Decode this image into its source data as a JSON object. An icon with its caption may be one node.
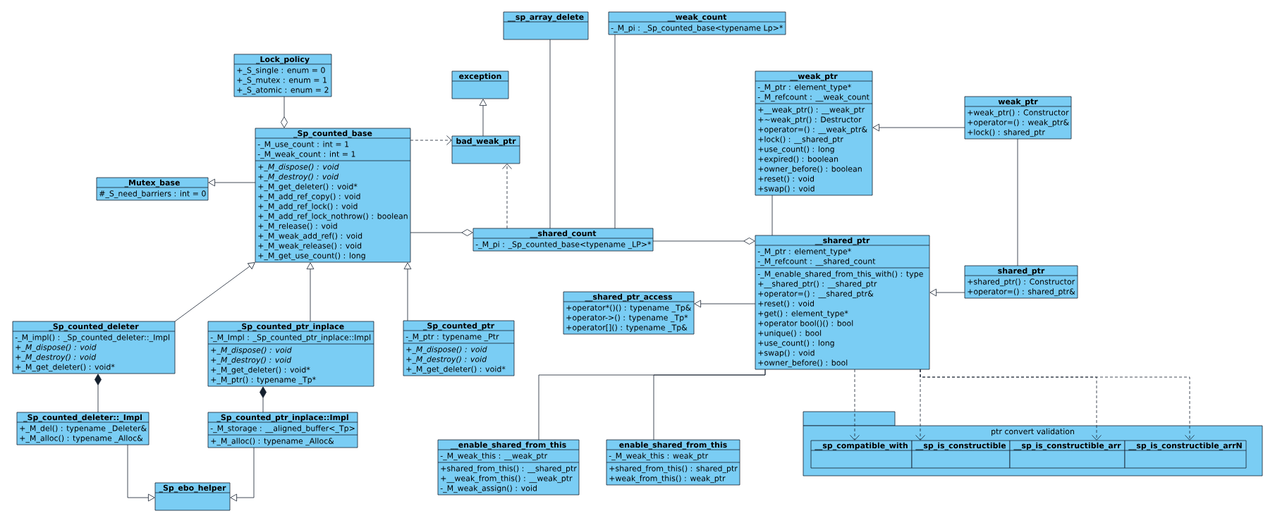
{
  "diagram": {
    "nodes": [
      {
        "text": [
          "__sp_array_delete"
        ]
      },
      {
        "text": [
          "__weak_count",
          "-_M_pi : _Sp_counted_base<typename Lp>*"
        ]
      },
      {
        "text": [
          "_Lock_policy",
          "+_S_single : enum = 0",
          "+_S_mutex : enum = 1",
          "+_S_atomic : enum = 2"
        ]
      },
      {
        "text": [
          "exception"
        ]
      },
      {
        "text": [
          "__weak_ptr",
          "-_M_ptr : element_type*",
          "-_M_refcount : __weak_count",
          "+__weak_ptr() : __weak_ptr",
          "+~weak_ptr() : Destructor",
          "+operator=() : __weak_ptr&",
          "+lock() : __shared_ptr",
          "+use_count() : long",
          "+expired() : boolean",
          "+owner_before() : boolean",
          "+reset() : void",
          "+swap() : void"
        ]
      },
      {
        "text": [
          "weak_ptr",
          "+weak_ptr() : Constructor",
          "+operator=() : weak_ptr&",
          "+lock() : shared_ptr"
        ]
      },
      {
        "text": [
          "_Sp_counted_base",
          "-_M_use_count : int = 1",
          "-_M_weak_count : int = 1",
          "+_M_dispose() : void",
          "+_M_destroy() : void",
          "+_M_get_deleter() : void*",
          "+_M_add_ref_copy() : void",
          "+_M_add_ref_lock() : void",
          "+_M_add_ref_lock_nothrow() : boolean",
          "+_M_release() : void",
          "+_M_weak_add_ref() : void",
          "+_M_weak_release() : void",
          "+_M_get_use_count() : long"
        ]
      },
      {
        "text": [
          "bad_weak_ptr"
        ]
      },
      {
        "text": [
          "_Mutex_base",
          "#_S_need_barriers : int = 0"
        ]
      },
      {
        "text": [
          "__shared_count",
          "-_M_pi : _Sp_counted_base<typename _LP>*"
        ]
      },
      {
        "text": [
          "__shared_ptr",
          "-_M_ptr : element_type*",
          "-_M_refcount : __shared_count",
          "-_M_enable_shared_from_this_with() : type",
          "+__shared_ptr() : __shared_ptr",
          "+operator=() : __shared_ptr&",
          "+reset() : void",
          "+get() : element_type*",
          "+operator bool()() : bool",
          "+unique() : bool",
          "+use_count() : long",
          "+swap() : void",
          "+owner_before() : bool"
        ]
      },
      {
        "text": [
          "shared_ptr",
          "+shared_ptr() : Constructor",
          "+operator=() : shared_ptr&"
        ]
      },
      {
        "text": [
          "__shared_ptr_access",
          "+operator*()() : typename _Tp&",
          "+operator->() : typename _Tp*",
          "+operator[]() : typename _Tp&"
        ]
      },
      {
        "text": [
          "_Sp_counted_deleter",
          "-_M_impl() : _Sp_counted_deleter::_Impl",
          "+_M_dispose() : void",
          "+_M_destroy() : void",
          "+_M_get_deleter() : void*"
        ]
      },
      {
        "text": [
          "_Sp_counted_ptr_inplace",
          "-_M_Impl : _Sp_counted_ptr_inplace::Impl",
          "+_M_dispose() : void",
          "+_M_destroy() : void",
          "+_M_get_deleter() : void*",
          "+_M_ptr() : typename _Tp*"
        ]
      },
      {
        "text": [
          "_Sp_counted_ptr",
          "-_M_ptr : typename _Ptr",
          "+_M_dispose() : void",
          "+_M_destroy() : void",
          "+_M_get_deleter() : void*"
        ]
      },
      {
        "text": [
          "_Sp_counted_deleter::_Impl",
          "+_M_del() : typename _Deleter&",
          "+_M_alloc() : typename _Alloc&"
        ]
      },
      {
        "text": [
          "_Sp_counted_ptr_inplace::Impl",
          "-_M_storage : __aligned_buffer<_Tp>",
          "+_M_alloc() : typename _Alloc&"
        ]
      },
      {
        "text": [
          "ptr convert validation"
        ]
      },
      {
        "text": [
          "__sp_compatible_with"
        ],
        "in": 18
      },
      {
        "text": [
          "__sp_is_constructible"
        ],
        "in": 18
      },
      {
        "text": [
          "__sp_is_constructible_arr"
        ],
        "in": 18
      },
      {
        "text": [
          "__sp_is_constructible_arrN"
        ],
        "in": 18
      },
      {
        "text": [
          "__enable_shared_from_this",
          "-_M_weak_this : __weak_ptr",
          "+shared_from_this() : __shared_ptr",
          "+__weak_from_this() : __weak_ptr",
          "-_M_weak_assign() : void"
        ]
      },
      {
        "text": [
          "enable_shared_from_this",
          "-_M_weak_this : weak_ptr",
          "+shared_from_this() : shared_ptr",
          "+weak_from_this() : weak_ptr"
        ]
      },
      {
        "text": [
          "_Sp_ebo_helper"
        ]
      }
    ],
    "edges": [
      {
        "from": 2,
        "to": 6,
        "arrow": "other"
      },
      {
        "from": 6,
        "to": 8,
        "arrow": "to"
      },
      {
        "from": 6,
        "to": 7,
        "arrow": "to",
        "style": "dashed"
      },
      {
        "from": 7,
        "to": 3,
        "arrow": "to"
      },
      {
        "from": 9,
        "to": 7,
        "arrow": "to",
        "style": "dashed"
      },
      {
        "from": 6,
        "to": 9,
        "arrow": "other"
      },
      {
        "from": 0,
        "to": 9,
        "arrow": "none"
      },
      {
        "from": 1,
        "to": 9,
        "arrow": "none"
      },
      {
        "from": 9,
        "to": 10,
        "arrow": "other"
      },
      {
        "from": 4,
        "to": 10,
        "arrow": "none"
      },
      {
        "from": 5,
        "to": 4,
        "arrow": "to"
      },
      {
        "from": 5,
        "to": 11,
        "arrow": "none"
      },
      {
        "from": 11,
        "to": 10,
        "arrow": "to"
      },
      {
        "from": 10,
        "to": 12,
        "arrow": "to"
      },
      {
        "from": 13,
        "to": 6,
        "arrow": "to"
      },
      {
        "from": 14,
        "to": 6,
        "arrow": "to"
      },
      {
        "from": 15,
        "to": 6,
        "arrow": "to"
      },
      {
        "from": 16,
        "to": 13,
        "arrow": "other"
      },
      {
        "from": 17,
        "to": 14,
        "arrow": "other"
      },
      {
        "from": 16,
        "to": 25,
        "arrow": "to"
      },
      {
        "from": 17,
        "to": 25,
        "arrow": "to"
      },
      {
        "from": 23,
        "to": 10,
        "arrow": "none"
      },
      {
        "from": 24,
        "to": 10,
        "arrow": "none"
      },
      {
        "from": 10,
        "to": 19,
        "arrow": "to",
        "style": "dashed"
      },
      {
        "from": 10,
        "to": 20,
        "arrow": "to",
        "style": "dashed"
      },
      {
        "from": 10,
        "to": 21,
        "arrow": "to",
        "style": "dashed"
      },
      {
        "from": 10,
        "to": 22,
        "arrow": "to",
        "style": "dashed"
      }
    ]
  }
}
